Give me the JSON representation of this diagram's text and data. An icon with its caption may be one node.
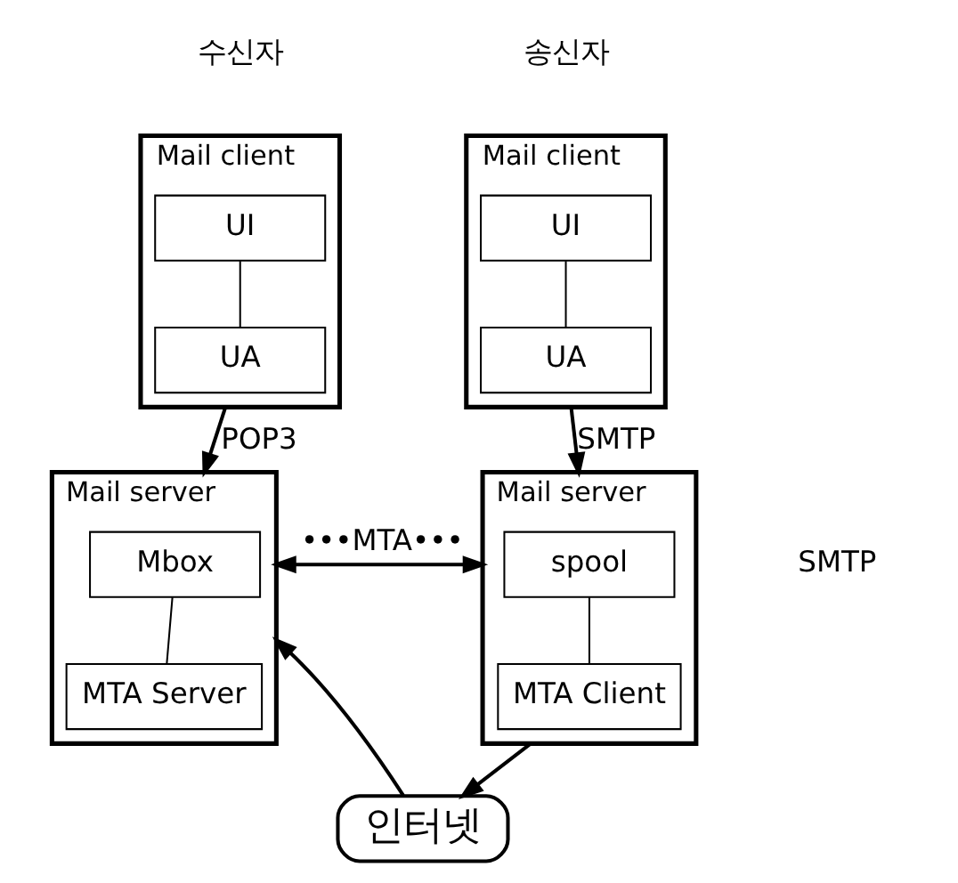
{
  "diagram": {
    "nodes": [
      {
        "text": [
          "Mail client"
        ],
        "beside": [
          "송신자"
        ]
      },
      {
        "text": [
          "UI"
        ],
        "in": 0
      },
      {
        "text": [
          "UA"
        ],
        "in": 0
      },
      {
        "text": [
          "Mail client"
        ],
        "beside": [
          "수신자"
        ]
      },
      {
        "text": [
          "UI"
        ],
        "in": 3
      },
      {
        "text": [
          "UA"
        ],
        "in": 3
      },
      {
        "text": [
          "Mail server"
        ]
      },
      {
        "text": [
          "spool"
        ],
        "in": 6
      },
      {
        "text": [
          "MTA Client"
        ],
        "in": 6
      },
      {
        "text": [
          "Mail server"
        ]
      },
      {
        "text": [
          "Mbox"
        ],
        "in": 9
      },
      {
        "text": [
          "MTA Server"
        ],
        "in": 9
      },
      {
        "text": [
          "인터넷"
        ]
      }
    ],
    "edges": [
      {
        "from": 1,
        "to": 2,
        "arrow": "none"
      },
      {
        "from": 4,
        "to": 5,
        "arrow": "none"
      },
      {
        "from": 7,
        "to": 8,
        "arrow": "none"
      },
      {
        "from": 10,
        "to": 11,
        "arrow": "none"
      },
      {
        "from": 0,
        "to": 6,
        "arrow": "to",
        "label": "SMTP"
      },
      {
        "from": 3,
        "to": 9,
        "arrow": "to",
        "label": "POP3"
      },
      {
        "from": 6,
        "to": 9,
        "arrow": "both",
        "label": "•••MTA•••"
      },
      {
        "from": 6,
        "to": 12,
        "arrow": "to"
      },
      {
        "from": 12,
        "to": 9,
        "arrow": "to"
      }
    ],
    "labels": [
      "SMTP"
    ]
  }
}
